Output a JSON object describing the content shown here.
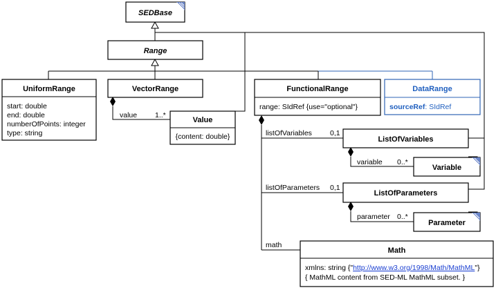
{
  "classes": {
    "sedbase": {
      "name": "SEDBase"
    },
    "range": {
      "name": "Range"
    },
    "uniform_range": {
      "name": "UniformRange",
      "attrs": [
        "start: double",
        "end: double",
        "numberOfPoints: integer",
        "type: string"
      ]
    },
    "vector_range": {
      "name": "VectorRange"
    },
    "value": {
      "name": "Value",
      "attr": "{content: double}"
    },
    "functional_range": {
      "name": "FunctionalRange",
      "attr": "range: SIdRef {use=\"optional\"}"
    },
    "data_range": {
      "name": "DataRange",
      "attr_name": "sourceRef",
      "attr_type": ": SIdRef"
    },
    "list_of_variables": {
      "name": "ListOfVariables"
    },
    "variable": {
      "name": "Variable"
    },
    "list_of_parameters": {
      "name": "ListOfParameters"
    },
    "parameter": {
      "name": "Parameter"
    },
    "math": {
      "name": "Math",
      "attr_prefix": "xmlns: string {\"",
      "attr_link": "http://www.w3.org/1998/Math/MathML",
      "attr_suffix": "\"}",
      "attr2": "{ MathML content from SED-ML MathML subset. }"
    }
  },
  "labels": {
    "value_role": "value",
    "value_mult": "1..*",
    "list_of_variables_role": "listOfVariables",
    "list_of_variables_mult": "0,1",
    "variable_role": "variable",
    "variable_mult": "0..*",
    "list_of_parameters_role": "listOfParameters",
    "list_of_parameters_mult": "0,1",
    "parameter_role": "parameter",
    "parameter_mult": "0..*",
    "math_role": "math"
  },
  "colors": {
    "line": "#000000",
    "data_range_accent": "#2e63b5",
    "link": "#1a3fd1"
  }
}
